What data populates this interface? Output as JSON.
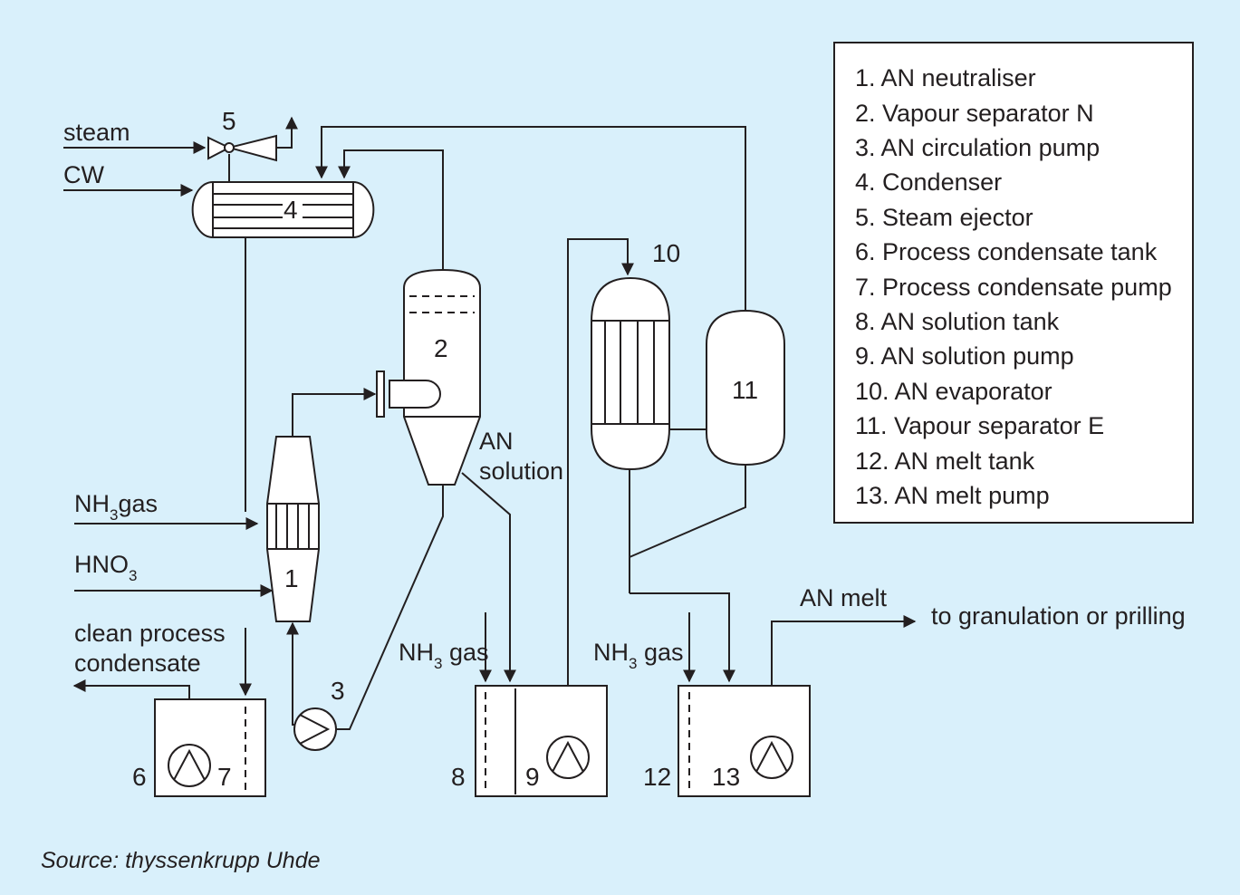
{
  "diagram": {
    "legend": [
      "1. AN neutraliser",
      "2. Vapour separator N",
      "3. AN circulation pump",
      "4. Condenser",
      "5. Steam ejector",
      "6. Process condensate tank",
      "7. Process condensate pump",
      "8. AN solution tank",
      "9. AN solution pump",
      "10. AN evaporator",
      "11. Vapour separator E",
      "12. AN melt tank",
      "13. AN melt pump"
    ],
    "numbers": {
      "n1": "1",
      "n2": "2",
      "n3": "3",
      "n4": "4",
      "n5": "5",
      "n6": "6",
      "n7": "7",
      "n8": "8",
      "n9": "9",
      "n10": "10",
      "n11": "11",
      "n12": "12",
      "n13": "13"
    },
    "labels": {
      "steam": "steam",
      "cw": "CW",
      "nh3_gas_main": "NH",
      "nh3_gas_main_sub": "3",
      "nh3_gas_main_suffix": "gas",
      "hno3": "HNO",
      "hno3_sub": "3",
      "clean_line1": "clean process",
      "clean_line2": "condensate",
      "an_solution_line1": "AN",
      "an_solution_line2": "solution",
      "nh3_gas_tank8": "NH",
      "nh3_gas_tank8_sub": "3",
      "nh3_gas_tank8_suffix": " gas",
      "nh3_gas_tank12": "NH",
      "nh3_gas_tank12_sub": "3",
      "nh3_gas_tank12_suffix": " gas",
      "an_melt": "AN melt",
      "to_granulation": "to granulation or prilling"
    },
    "source": "Source: thyssenkrupp Uhde"
  }
}
